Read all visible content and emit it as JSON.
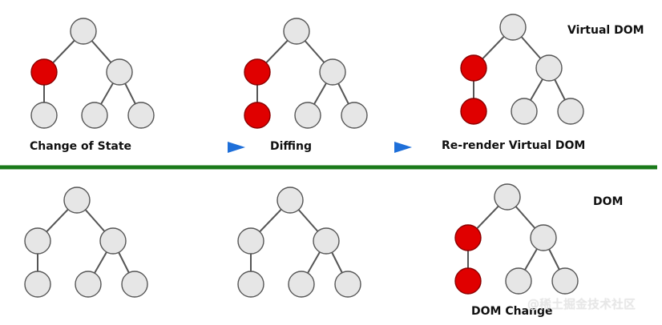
{
  "labels": {
    "virtual_dom": "Virtual DOM",
    "change_of_state": "Change of State",
    "diffing": "Diffing",
    "re_render": "Re-render Virtual DOM",
    "dom": "DOM",
    "dom_change": "DOM Change"
  },
  "watermark": "@稀土掘金技术社区",
  "colors": {
    "node_fill": "#e6e6e6",
    "node_stroke": "#555555",
    "changed_fill": "#e00000",
    "changed_stroke": "#8a0000",
    "edge": "#555555",
    "arrow": "#1e6fd9",
    "separator": "#1a7a1a"
  },
  "trees": [
    {
      "row": "virtual-dom",
      "panel": "change-of-state",
      "changed": [
        "left-child"
      ]
    },
    {
      "row": "virtual-dom",
      "panel": "diffing",
      "changed": [
        "left-child",
        "left-leaf"
      ]
    },
    {
      "row": "virtual-dom",
      "panel": "re-render",
      "changed": [
        "left-child",
        "left-leaf"
      ]
    },
    {
      "row": "dom",
      "panel": "initial",
      "changed": []
    },
    {
      "row": "dom",
      "panel": "initial-2",
      "changed": []
    },
    {
      "row": "dom",
      "panel": "dom-change",
      "changed": [
        "left-child",
        "left-leaf"
      ]
    }
  ]
}
